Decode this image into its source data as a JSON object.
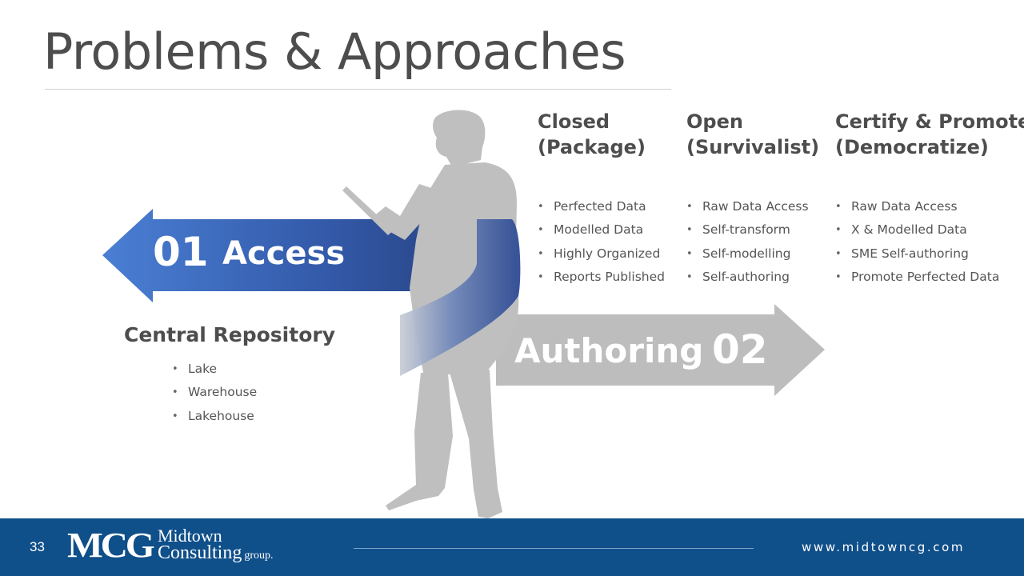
{
  "slide": {
    "title": "Problems & Approaches"
  },
  "arrows": {
    "access": {
      "number": "01",
      "label": "Access"
    },
    "authoring": {
      "number": "02",
      "label": "Authoring"
    }
  },
  "columns": [
    {
      "heading_line1": "Closed",
      "heading_line2": "(Package)",
      "items": [
        "Perfected Data",
        "Modelled Data",
        "Highly Organized",
        "Reports Published"
      ]
    },
    {
      "heading_line1": "Open",
      "heading_line2": "(Survivalist)",
      "items": [
        "Raw Data Access",
        "Self-transform",
        "Self-modelling",
        "Self-authoring"
      ]
    },
    {
      "heading_line1": "Certify & Promote",
      "heading_line2": "(Democratize)",
      "items": [
        "Raw Data Access",
        "X & Modelled Data",
        "SME Self-authoring",
        "Promote Perfected Data"
      ]
    }
  ],
  "repository": {
    "heading": "Central Repository",
    "items": [
      "Lake",
      "Warehouse",
      "Lakehouse"
    ]
  },
  "footer": {
    "page_number": "33",
    "logo_mark": "MCG",
    "logo_line1": "Midtown",
    "logo_line2": "Consulting",
    "logo_line2_small": "group.",
    "website": "www.midtowncg.com"
  },
  "colors": {
    "footer_bar": "#0f4f8a",
    "access_arrow": "#3b63b5",
    "authoring_arrow": "#bdbdbd",
    "silhouette": "#bfbfbf",
    "text_dark": "#4d4d4d"
  },
  "icons": {
    "bullet": "•"
  }
}
